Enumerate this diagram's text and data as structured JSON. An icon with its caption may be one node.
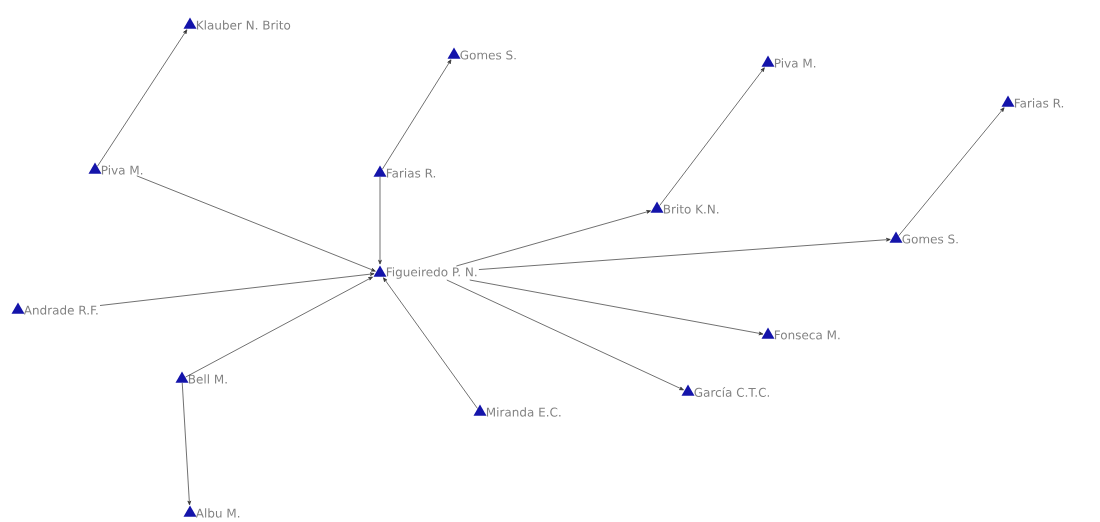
{
  "diagram": {
    "nodes": [
      {
        "text": [
          "Klauber N. Brito"
        ]
      },
      {
        "text": [
          "Gomes S."
        ]
      },
      {
        "text": [
          "Piva M."
        ]
      },
      {
        "text": [
          "Farias R."
        ]
      },
      {
        "text": [
          "Piva M."
        ]
      },
      {
        "text": [
          "Farias R."
        ]
      },
      {
        "text": [
          "Brito K.N."
        ]
      },
      {
        "text": [
          "Gomes S."
        ]
      },
      {
        "text": [
          "Figueiredo P. N."
        ]
      },
      {
        "text": [
          "Andrade R.F."
        ]
      },
      {
        "text": [
          "Fonseca M."
        ]
      },
      {
        "text": [
          "Bell M."
        ]
      },
      {
        "text": [
          "García C.T.C."
        ]
      },
      {
        "text": [
          "Miranda E.C."
        ]
      },
      {
        "text": [
          "Albu M."
        ]
      }
    ],
    "edges": [
      {
        "from": 4,
        "to": 0,
        "arrow": "to"
      },
      {
        "from": 4,
        "to": 8,
        "arrow": "to"
      },
      {
        "from": 5,
        "to": 1,
        "arrow": "to"
      },
      {
        "from": 5,
        "to": 8,
        "arrow": "to"
      },
      {
        "from": 6,
        "to": 2,
        "arrow": "to"
      },
      {
        "from": 7,
        "to": 3,
        "arrow": "to"
      },
      {
        "from": 8,
        "to": 6,
        "arrow": "to"
      },
      {
        "from": 8,
        "to": 7,
        "arrow": "to"
      },
      {
        "from": 9,
        "to": 8,
        "arrow": "to"
      },
      {
        "from": 8,
        "to": 10,
        "arrow": "to"
      },
      {
        "from": 11,
        "to": 8,
        "arrow": "to"
      },
      {
        "from": 8,
        "to": 12,
        "arrow": "to"
      },
      {
        "from": 13,
        "to": 8,
        "arrow": "to"
      },
      {
        "from": 11,
        "to": 14,
        "arrow": "to"
      }
    ]
  }
}
